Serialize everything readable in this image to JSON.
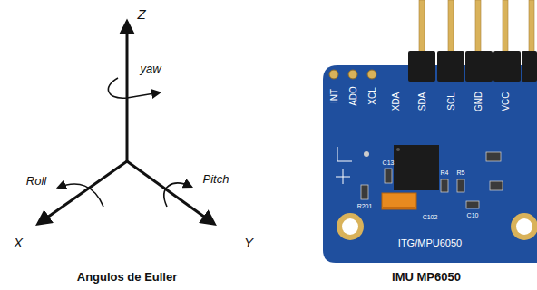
{
  "diagram": {
    "labels": [
      "Z",
      "yaw",
      "Roll",
      "Pitch",
      "X",
      "Y",
      "Angulos de Euller",
      "INT",
      "ADO",
      "XCL",
      "XDA",
      "SDA",
      "SCL",
      "GND",
      "VCC",
      "ITG/MPU6050",
      "IMU MP6050",
      "R4",
      "R5",
      "C10",
      "C102",
      "R201",
      "C13"
    ]
  }
}
